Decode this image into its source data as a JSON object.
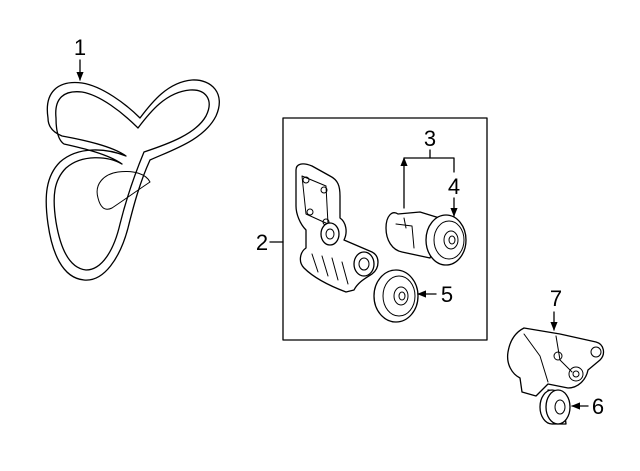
{
  "callouts": [
    {
      "id": "c1",
      "label": "1"
    },
    {
      "id": "c2",
      "label": "2"
    },
    {
      "id": "c3",
      "label": "3"
    },
    {
      "id": "c4",
      "label": "4"
    },
    {
      "id": "c5",
      "label": "5"
    },
    {
      "id": "c6",
      "label": "6"
    },
    {
      "id": "c7",
      "label": "7"
    }
  ],
  "colors": {
    "line": "#000000",
    "background": "#ffffff"
  }
}
